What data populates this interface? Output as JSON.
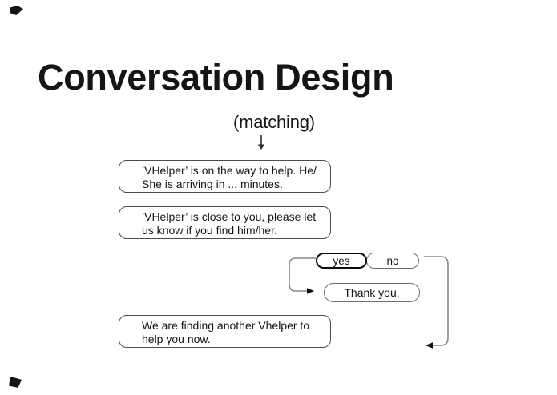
{
  "slide": {
    "title": "Conversation Design",
    "annotation": "(matching)"
  },
  "flow": {
    "message1": {
      "line1": "’VHelper’ is on the way to help. He/",
      "line2": "She is arriving in ... minutes."
    },
    "message2": {
      "line1": "’VHelper’ is close to you, please let",
      "line2": "us know if you find him/her."
    },
    "yes_label": "yes",
    "no_label": "no",
    "thanks_label": "Thank you.",
    "message3": {
      "line1": "We are finding another Vhelper to",
      "line2": "help you now."
    }
  },
  "icons": {
    "matching_arrow": "down-arrow",
    "thanks_arrow": "right-arrowhead",
    "loop_arrow": "left-arrowhead"
  },
  "colors": {
    "background": "#ffffff",
    "text": "#151515",
    "box_border": "#4d4d4d",
    "pill_border": "#6e6e6e",
    "emphasis_border": "#0a0a0a",
    "connector": "#888888",
    "arrowhead": "#111111"
  }
}
